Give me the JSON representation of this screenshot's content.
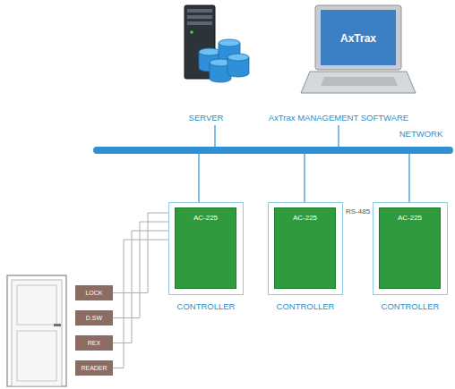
{
  "diagram": {
    "nodes": [
      {
        "text": [
          "CONTROLLER"
        ]
      },
      {
        "text": [
          "AC-225"
        ],
        "in": 0
      },
      {
        "text": [
          "CONTROLLER"
        ]
      },
      {
        "text": [
          "AC-225"
        ],
        "in": 2
      },
      {
        "text": [
          "CONTROLLER"
        ]
      },
      {
        "text": [
          "AC-225"
        ],
        "in": 4
      },
      {
        "text": [
          "LOCK"
        ]
      },
      {
        "text": [
          "D.SW"
        ]
      },
      {
        "text": [
          "REX"
        ]
      },
      {
        "text": [
          "READER"
        ]
      }
    ],
    "edges": [
      {
        "from": 6,
        "to": 0,
        "arrow": "none"
      },
      {
        "from": 7,
        "to": 0,
        "arrow": "none"
      },
      {
        "from": 8,
        "to": 0,
        "arrow": "none"
      },
      {
        "from": 9,
        "to": 0,
        "arrow": "none"
      }
    ],
    "labels": [
      "SERVER",
      "AxTrax",
      "AxTrax MANAGEMENT SOFTWARE",
      "NETWORK",
      "RS-485"
    ]
  }
}
